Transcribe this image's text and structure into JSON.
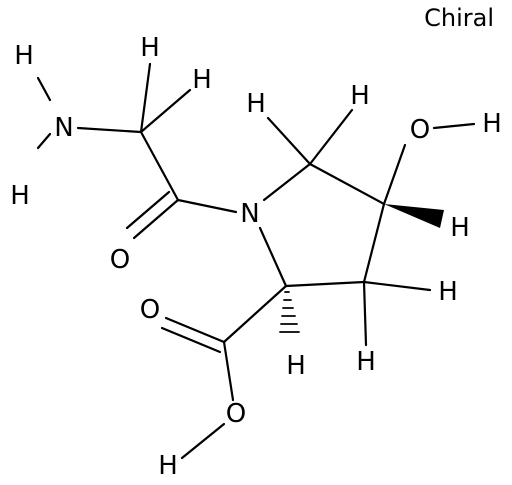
{
  "annotation": {
    "chiral_label": "Chiral"
  },
  "atoms": {
    "amine_n": "N",
    "amine_h1": "H",
    "amine_h2": "H",
    "ch2_h1": "H",
    "ch2_h2": "H",
    "carbonyl_o": "O",
    "ring_n": "N",
    "c5_h1": "H",
    "c5_h2": "H",
    "hydroxyl_o": "O",
    "hydroxyl_h": "H",
    "c4_h": "H",
    "c3_h1": "H",
    "c3_h2": "H",
    "c2_h": "H",
    "acid_carbonyl_o": "O",
    "acid_hydroxyl_o": "O",
    "acid_h": "H"
  },
  "stereo": {
    "c4": "wedge",
    "c2": "hash"
  },
  "colors": {
    "ink": "#000000",
    "background": "#ffffff"
  }
}
